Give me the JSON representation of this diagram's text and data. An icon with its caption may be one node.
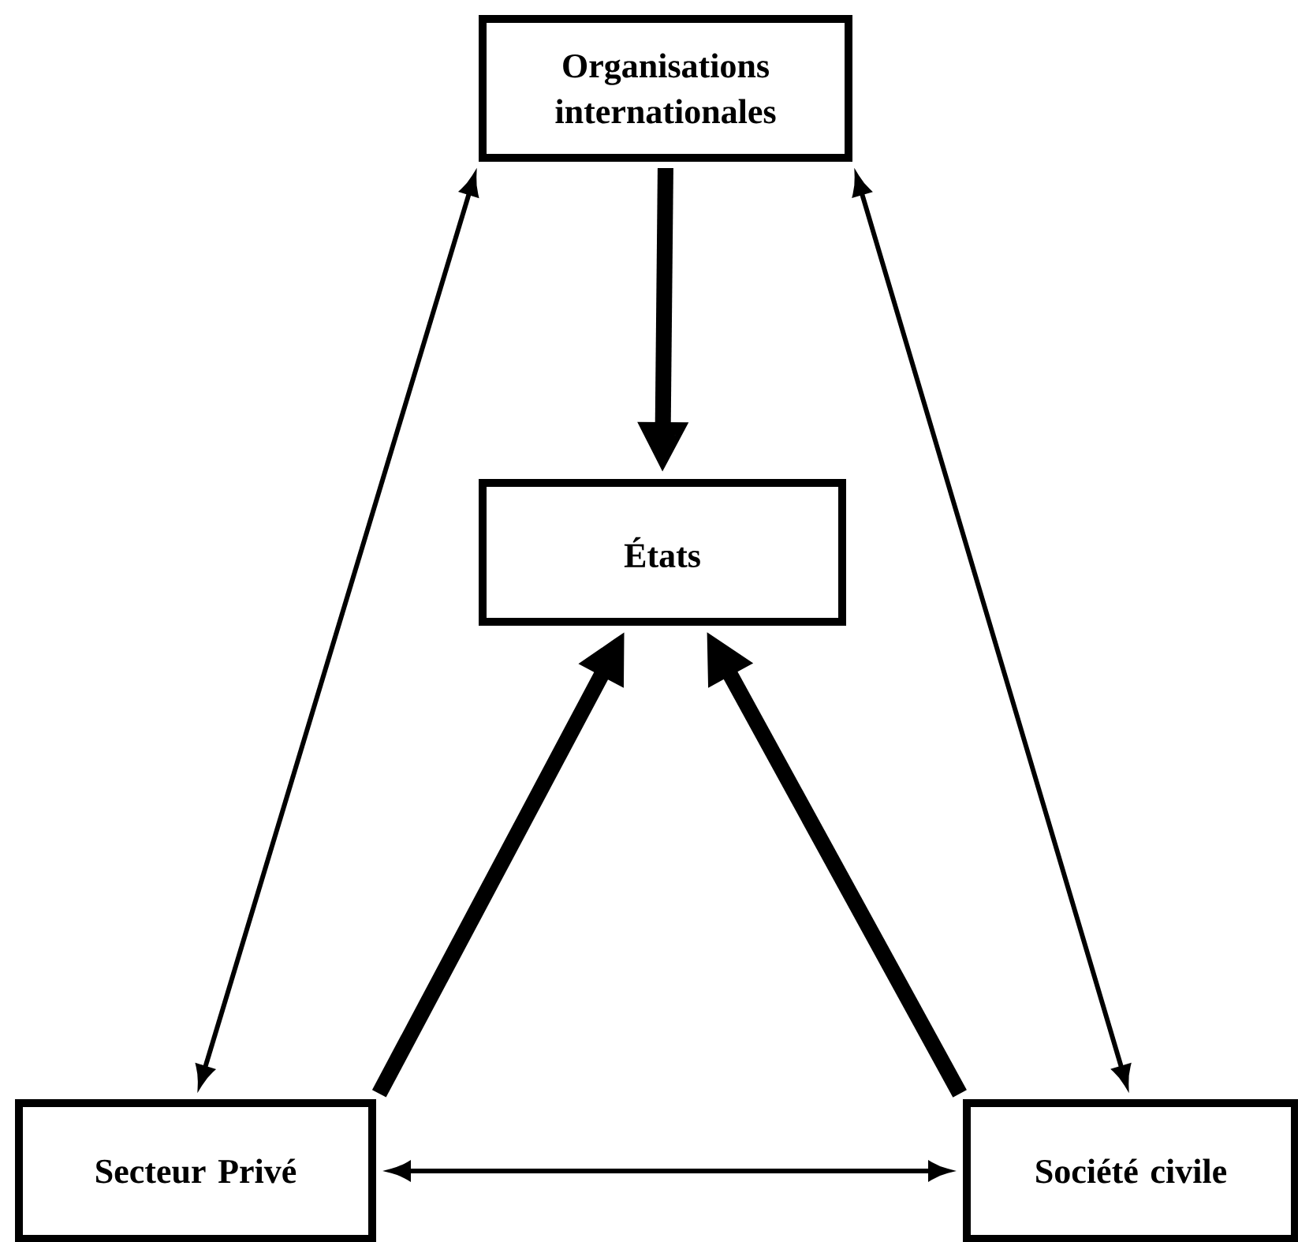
{
  "diagram": {
    "nodes": [
      {
        "text": [
          "Organisations internationales"
        ]
      },
      {
        "text": [
          "États"
        ]
      },
      {
        "text": [
          "Secteur Privé"
        ]
      },
      {
        "text": [
          "Société civile"
        ]
      }
    ],
    "edges": [
      {
        "from": 0,
        "to": 1,
        "arrow": "to",
        "style": "thick"
      },
      {
        "from": 2,
        "to": 1,
        "arrow": "to",
        "style": "thick"
      },
      {
        "from": 3,
        "to": 1,
        "arrow": "to",
        "style": "thick"
      },
      {
        "from": 0,
        "to": 2,
        "arrow": "both"
      },
      {
        "from": 0,
        "to": 3,
        "arrow": "both"
      },
      {
        "from": 2,
        "to": 3,
        "arrow": "both"
      }
    ]
  }
}
